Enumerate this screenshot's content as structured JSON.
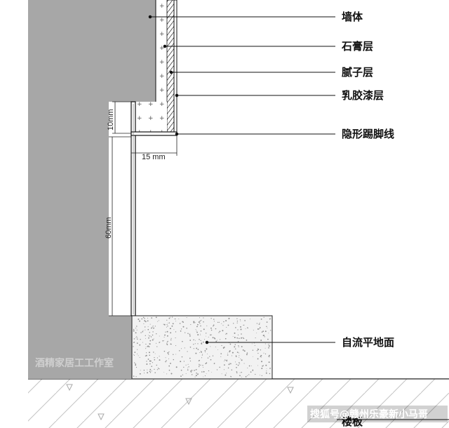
{
  "labels": {
    "wall": "墙体",
    "gypsum": "石膏层",
    "putty": "腻子层",
    "latex_paint": "乳胶漆层",
    "hidden_skirting": "隐形踢脚线",
    "self_leveling_floor": "自流平地面",
    "floor_slab": "楼板"
  },
  "dimensions": {
    "d10": "10mm",
    "d15": "15 mm",
    "d60": "60mm"
  },
  "watermarks": {
    "studio": "酒精家居工工作室",
    "source": "搜狐号@赣州乐豪新小马哥"
  },
  "colors": {
    "wall": "#a7a7a7",
    "line": "#111111",
    "slab_hatch": "#b9b9b9",
    "floor_speckle": "#9a9a9a"
  }
}
